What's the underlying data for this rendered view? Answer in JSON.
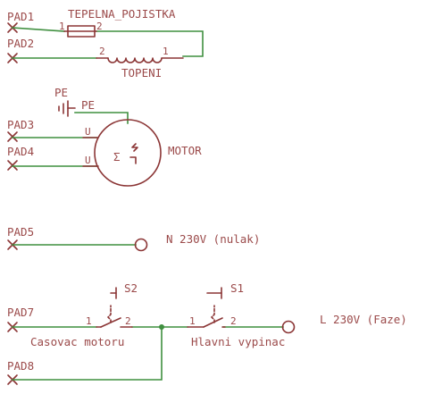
{
  "pads": [
    "PAD1",
    "PAD2",
    "PAD3",
    "PAD4",
    "PAD5",
    "PAD7",
    "PAD8"
  ],
  "fuse": {
    "name": "TEPELNA_POJISTKA",
    "pin1": "1",
    "pin2": "2"
  },
  "heater": {
    "name": "TOPENI",
    "pin1": "1",
    "pin2": "2"
  },
  "ground": {
    "label": "PE",
    "net": "PE"
  },
  "motor": {
    "name": "MOTOR",
    "pin_u1": "U",
    "pin_u2": "U",
    "symbol": "Σ"
  },
  "terminals": {
    "neutral": "N 230V (nulak)",
    "phase": "L 230V (Faze)"
  },
  "switches": [
    {
      "ref": "S2",
      "name": "Casovac motoru",
      "pin1": "1",
      "pin2": "2"
    },
    {
      "ref": "S1",
      "name": "Hlavni vypinac",
      "pin1": "1",
      "pin2": "2"
    }
  ],
  "colors": {
    "wire": "#3f8f3f",
    "symbol": "#8b3535",
    "text": "#9b4a4a",
    "junction": "#3f8f3f"
  }
}
